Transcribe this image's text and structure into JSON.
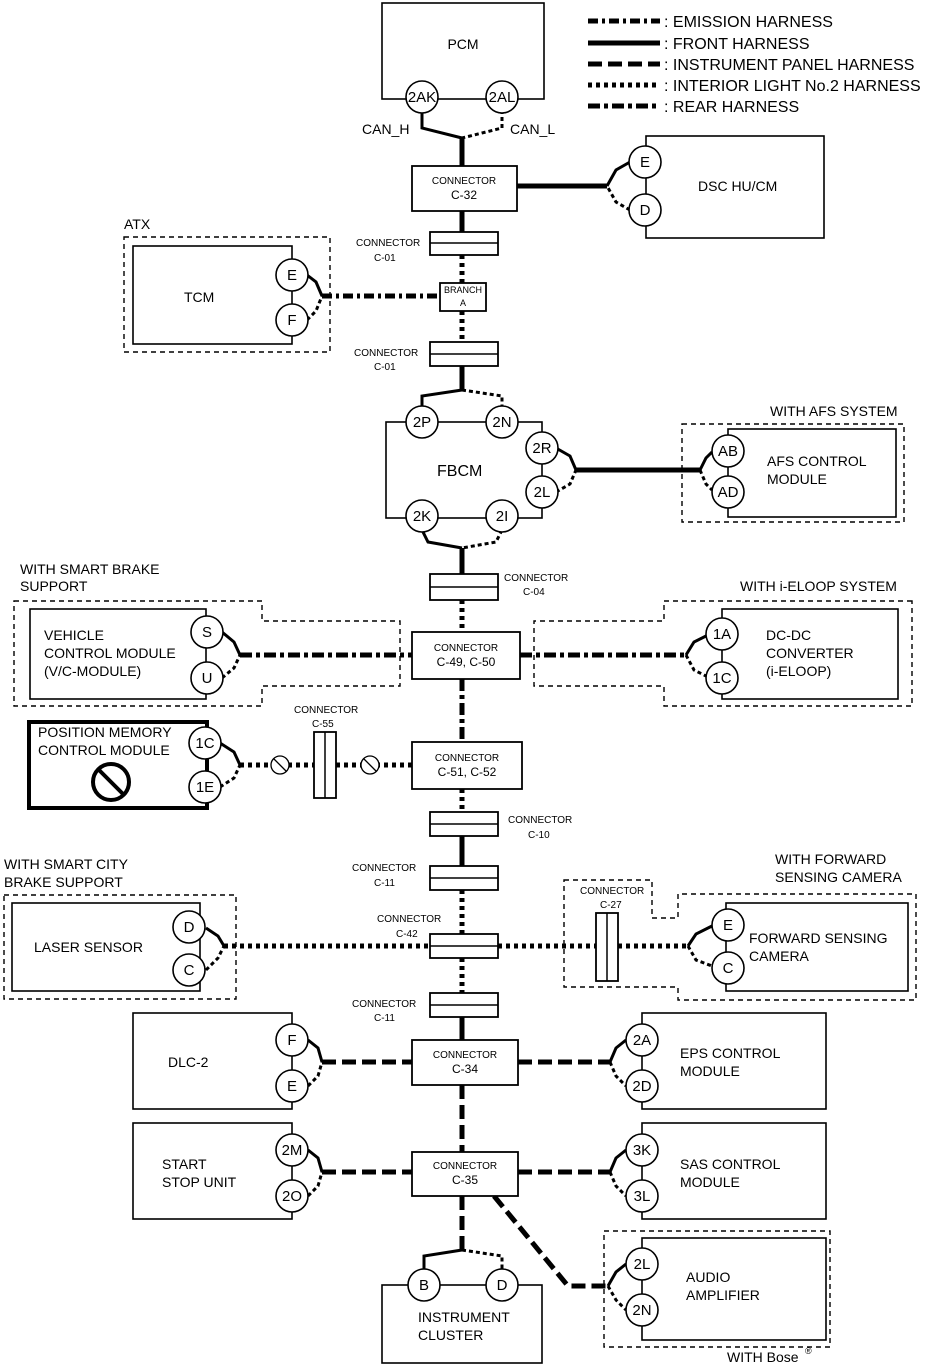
{
  "legend": [
    {
      "style": "emission",
      "label": ": EMISSION HARNESS"
    },
    {
      "style": "front",
      "label": ": FRONT HARNESS"
    },
    {
      "style": "ip",
      "label": ": INSTRUMENT PANEL HARNESS"
    },
    {
      "style": "interior",
      "label": ": INTERIOR LIGHT No.2 HARNESS"
    },
    {
      "style": "rear",
      "label": ": REAR HARNESS"
    }
  ],
  "modules": {
    "pcm": "PCM",
    "dsc": "DSC HU/CM",
    "tcm": "TCM",
    "fbcm": "FBCM",
    "afs_line1": "AFS CONTROL",
    "afs_line2": "MODULE",
    "vcm_line1": "VEHICLE",
    "vcm_line2": "CONTROL MODULE",
    "vcm_line3": "(V/C-MODULE)",
    "dcdc_line1": "DC-DC",
    "dcdc_line2": "CONVERTER",
    "dcdc_line3": "(i-ELOOP)",
    "pm_line1": "POSITION MEMORY",
    "pm_line2": "CONTROL MODULE",
    "laser": "LASER SENSOR",
    "fsc_line1": "FORWARD SENSING",
    "fsc_line2": "CAMERA",
    "dlc": "DLC-2",
    "eps_line1": "EPS CONTROL",
    "eps_line2": "MODULE",
    "ssu_line1": "START",
    "ssu_line2": "STOP UNIT",
    "sas_line1": "SAS CONTROL",
    "sas_line2": "MODULE",
    "audio_line1": "AUDIO",
    "audio_line2": "AMPLIFIER",
    "ic_line1": "INSTRUMENT",
    "ic_line2": "CLUSTER"
  },
  "groups": {
    "atx": "ATX",
    "afs": "WITH AFS SYSTEM",
    "sbs_line1": "WITH SMART BRAKE",
    "sbs_line2": "SUPPORT",
    "ieloop": "WITH i-ELOOP SYSTEM",
    "scbs_line1": "WITH SMART CITY",
    "scbs_line2": "BRAKE SUPPORT",
    "fsc_line1": "WITH FORWARD",
    "fsc_line2": "SENSING CAMERA",
    "bose": "WITH Bose",
    "bose_mark": "®"
  },
  "signals": {
    "can_h": "CAN_H",
    "can_l": "CAN_L"
  },
  "connectors": {
    "word": "CONNECTOR",
    "c32": "C-32",
    "c01": "C-01",
    "branch_line1": "BRANCH",
    "branch_line2": "A",
    "c04": "C-04",
    "c4950": "C-49, C-50",
    "c55": "C-55",
    "c5152": "C-51, C-52",
    "c10": "C-10",
    "c11": "C-11",
    "c42": "C-42",
    "c27": "C-27",
    "c34": "C-34",
    "c35": "C-35"
  },
  "pins": {
    "pcm_h": "2AK",
    "pcm_l": "2AL",
    "dsc_h": "E",
    "dsc_l": "D",
    "tcm_h": "E",
    "tcm_l": "F",
    "fbcm_top_h": "2P",
    "fbcm_top_l": "2N",
    "fbcm_side_h": "2R",
    "fbcm_side_l": "2L",
    "fbcm_bot_h": "2K",
    "fbcm_bot_l": "2I",
    "afs_h": "AB",
    "afs_l": "AD",
    "vcm_h": "S",
    "vcm_l": "U",
    "dcdc_h": "1A",
    "dcdc_l": "1C",
    "pm_h": "1C",
    "pm_l": "1E",
    "laser_h": "D",
    "laser_l": "C",
    "fsc_h": "E",
    "fsc_l": "C",
    "dlc_h": "F",
    "dlc_l": "E",
    "eps_h": "2A",
    "eps_l": "2D",
    "ssu_h": "2M",
    "ssu_l": "2O",
    "sas_h": "3K",
    "sas_l": "3L",
    "audio_h": "2L",
    "audio_l": "2N",
    "ic_h": "B",
    "ic_l": "D"
  }
}
